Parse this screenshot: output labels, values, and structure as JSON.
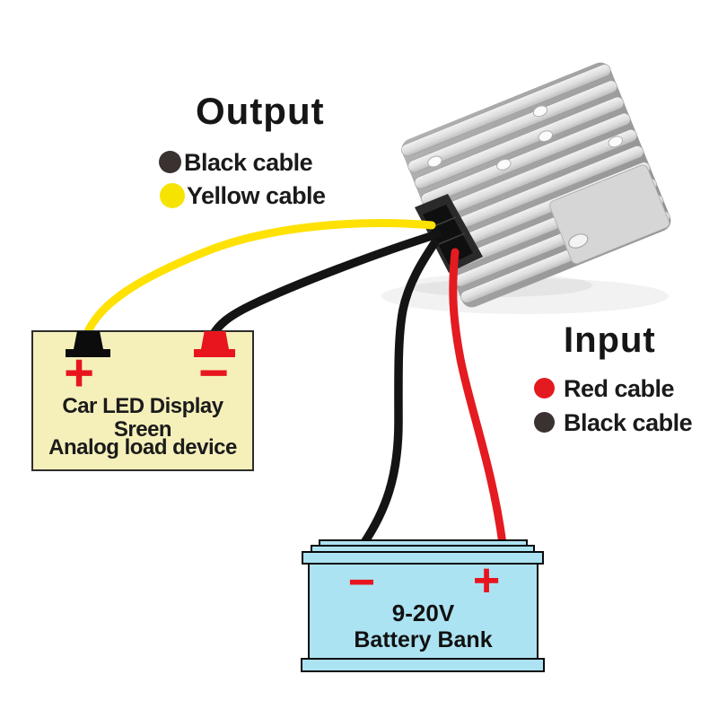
{
  "output_legend": {
    "title": "Output",
    "items": [
      {
        "label": "Black cable",
        "color": "#3a3230"
      },
      {
        "label": "Yellow cable",
        "color": "#f6e400"
      }
    ]
  },
  "input_legend": {
    "title": "Input",
    "items": [
      {
        "label": "Red cable",
        "color": "#e31a20"
      },
      {
        "label": "Black cable",
        "color": "#3a3230"
      }
    ]
  },
  "load_device": {
    "terminal_positive": "+",
    "terminal_negative": "−",
    "name_line1": "Car LED Display Sreen",
    "name_line2": "Analog load device",
    "fill": "#f5f0ba"
  },
  "battery": {
    "terminal_negative": "−",
    "terminal_positive": "+",
    "voltage": "9-20V",
    "name": "Battery Bank",
    "fill": "#ace3f2"
  },
  "wires": {
    "output_yellow": "#ffe103",
    "output_black": "#141414",
    "input_black": "#141414",
    "input_red": "#e41b20"
  }
}
